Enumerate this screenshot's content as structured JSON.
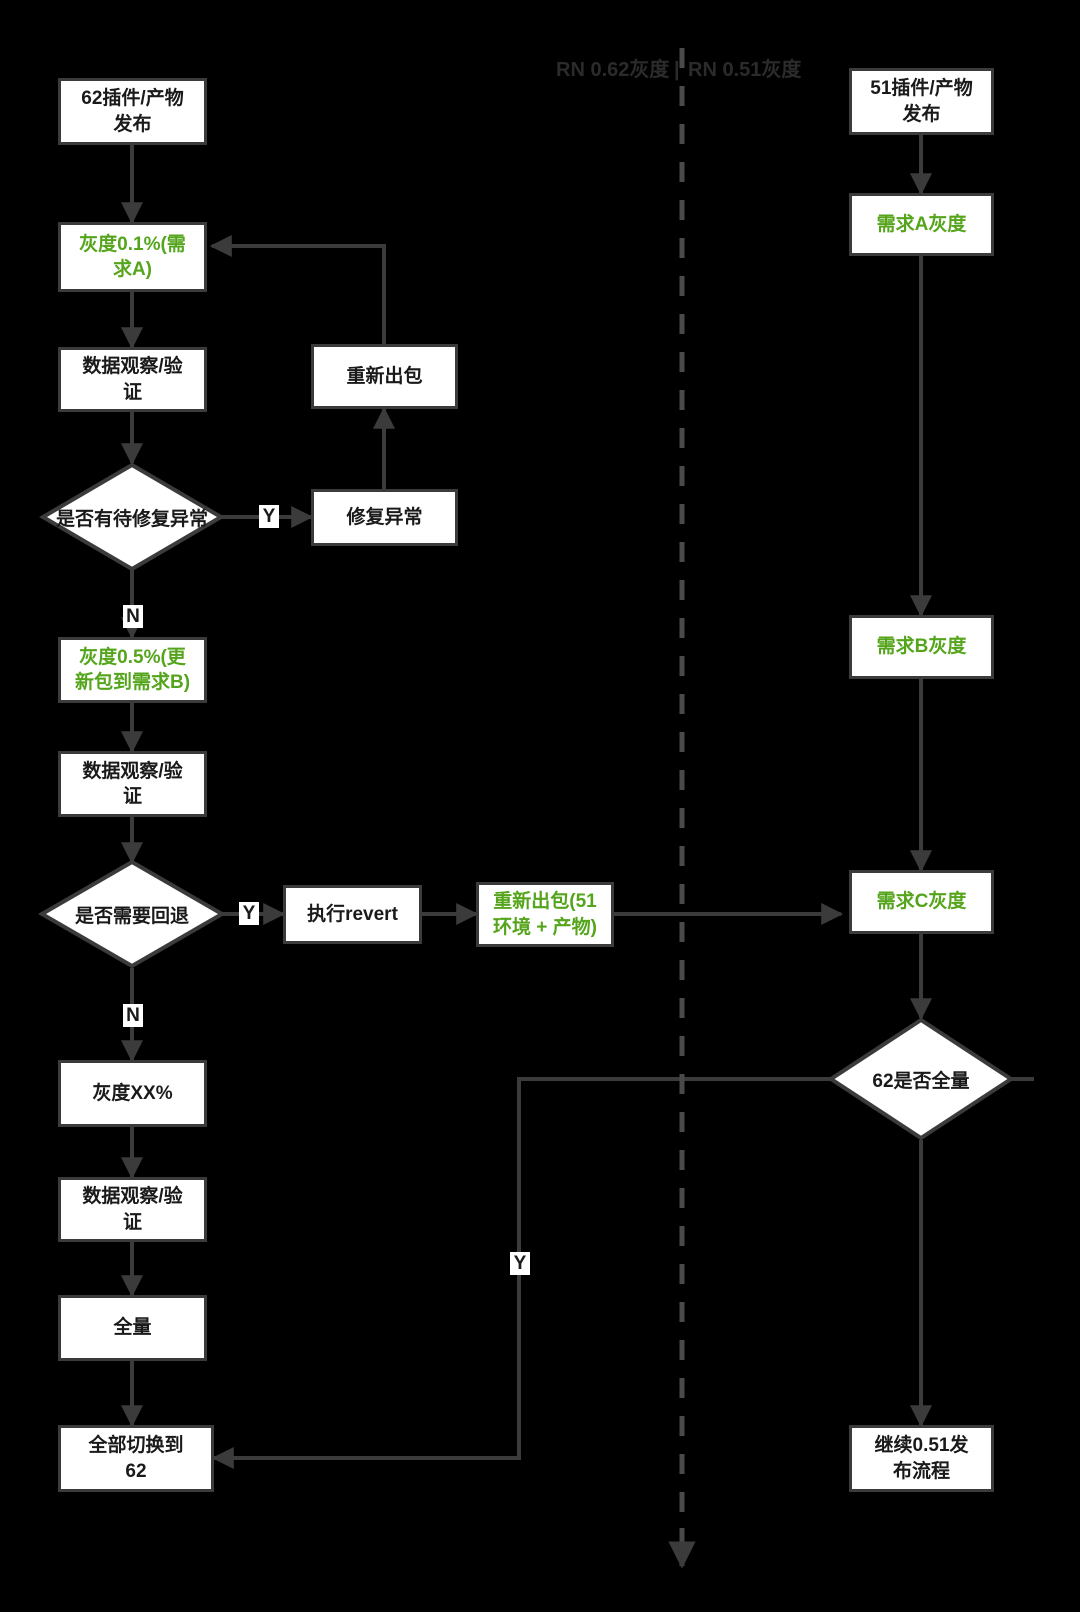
{
  "diagram": {
    "title_left": "RN 0.62灰度",
    "title_separator": "|",
    "title_right": "RN 0.51灰度",
    "colors": {
      "background": "#000000",
      "node_fill": "#ffffff",
      "node_border": "#3b3b3b",
      "text": "#1a1a1a",
      "accent_green": "#55a51c",
      "divider": "#4a4a4a"
    }
  },
  "left_lane": {
    "nodes": [
      {
        "id": "n1",
        "label": "62插件/产物\n发布",
        "shape": "box",
        "color": "black"
      },
      {
        "id": "n2",
        "label": "灰度0.1%(需\n求A)",
        "shape": "box",
        "color": "green"
      },
      {
        "id": "n3",
        "label": "数据观察/验\n证",
        "shape": "box",
        "color": "black"
      },
      {
        "id": "n4",
        "label": "是否有待修复异常",
        "shape": "diamond",
        "color": "black"
      },
      {
        "id": "n5",
        "label": "修复异常",
        "shape": "box",
        "color": "black"
      },
      {
        "id": "n6",
        "label": "重新出包",
        "shape": "box",
        "color": "black"
      },
      {
        "id": "n7",
        "label": "灰度0.5%(更\n新包到需求B)",
        "shape": "box",
        "color": "green"
      },
      {
        "id": "n8",
        "label": "数据观察/验\n证",
        "shape": "box",
        "color": "black"
      },
      {
        "id": "n9",
        "label": "是否需要回退",
        "shape": "diamond",
        "color": "black"
      },
      {
        "id": "n10",
        "label": "执行revert",
        "shape": "box",
        "color": "black"
      },
      {
        "id": "n11",
        "label": "重新出包(51\n环境 + 产物)",
        "shape": "box",
        "color": "green"
      },
      {
        "id": "n12",
        "label": "灰度XX%",
        "shape": "box",
        "color": "black"
      },
      {
        "id": "n13",
        "label": "数据观察/验\n证",
        "shape": "box",
        "color": "black"
      },
      {
        "id": "n14",
        "label": "全量",
        "shape": "box",
        "color": "black"
      },
      {
        "id": "n15",
        "label": "全部切换到\n62",
        "shape": "box",
        "color": "black"
      }
    ]
  },
  "right_lane": {
    "nodes": [
      {
        "id": "r1",
        "label": "51插件/产物\n发布",
        "shape": "box",
        "color": "black"
      },
      {
        "id": "r2",
        "label": "需求A灰度",
        "shape": "box",
        "color": "green"
      },
      {
        "id": "r3",
        "label": "需求B灰度",
        "shape": "box",
        "color": "green"
      },
      {
        "id": "r4",
        "label": "需求C灰度",
        "shape": "box",
        "color": "green"
      },
      {
        "id": "r5",
        "label": "62是否全量",
        "shape": "diamond",
        "color": "black"
      },
      {
        "id": "r6",
        "label": "继续0.51发\n布流程",
        "shape": "box",
        "color": "black"
      }
    ]
  },
  "edge_labels": {
    "fix_yes": "Y",
    "fix_no": "N",
    "revert_yes": "Y",
    "revert_no": "N",
    "fullrelease_yes": "Y"
  }
}
